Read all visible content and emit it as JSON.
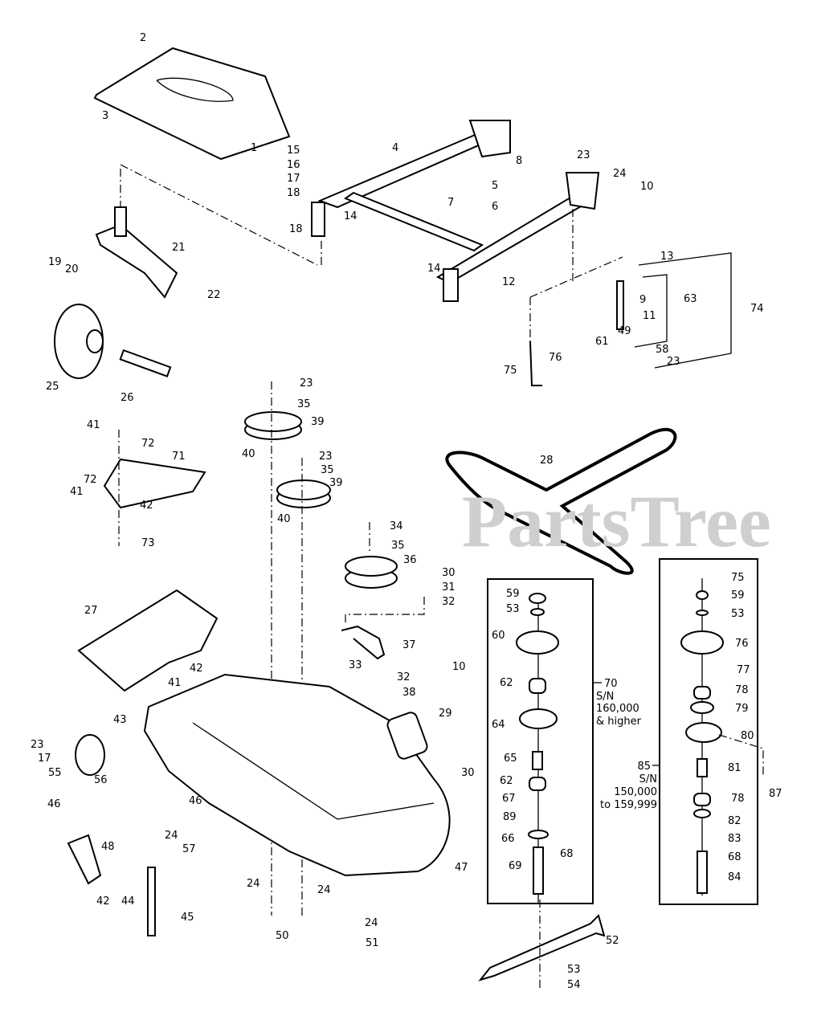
{
  "watermark": "PartsTree",
  "callouts": [
    "2",
    "3",
    "1",
    "15",
    "16",
    "17",
    "18",
    "14",
    "18",
    "4",
    "8",
    "23",
    "24",
    "10",
    "7",
    "5",
    "6",
    "14",
    "12",
    "13",
    "9",
    "63",
    "74",
    "11",
    "49",
    "58",
    "23",
    "61",
    "76",
    "75",
    "19",
    "20",
    "21",
    "22",
    "25",
    "26",
    "23",
    "35",
    "39",
    "40",
    "23",
    "35",
    "39",
    "40",
    "28",
    "34",
    "35",
    "36",
    "30",
    "31",
    "32",
    "37",
    "33",
    "32",
    "38",
    "29",
    "41",
    "72",
    "71",
    "72",
    "41",
    "42",
    "73",
    "27",
    "42",
    "41",
    "43",
    "23",
    "17",
    "55",
    "56",
    "46",
    "46",
    "48",
    "24",
    "57",
    "42",
    "47",
    "44",
    "45",
    "24",
    "24",
    "50",
    "24",
    "51",
    "52",
    "53",
    "54",
    "10",
    "30"
  ],
  "spindle_a": {
    "callouts": [
      "59",
      "53",
      "60",
      "62",
      "64",
      "65",
      "62",
      "67",
      "89",
      "66",
      "69",
      "68"
    ],
    "assembly_number": "70",
    "serial_label": "S/N",
    "serial_range": "160,000",
    "serial_suffix": "& higher"
  },
  "spindle_b": {
    "callouts": [
      "75",
      "59",
      "53",
      "76",
      "77",
      "78",
      "79",
      "80",
      "81",
      "78",
      "82",
      "83",
      "68",
      "84",
      "87"
    ],
    "assembly_number": "85",
    "serial_label": "S/N",
    "serial_range": "150,000",
    "serial_suffix": "to 159,999"
  }
}
